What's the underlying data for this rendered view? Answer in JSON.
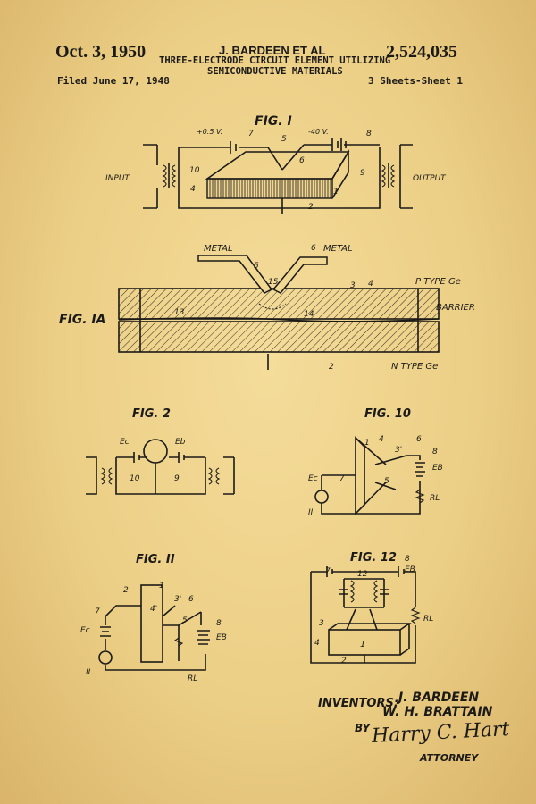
{
  "header": {
    "date": "Oct. 3, 1950",
    "inventor_short": "J. BARDEEN ET AL",
    "title_line1": "THREE-ELECTRODE CIRCUIT ELEMENT UTILIZING",
    "title_line2": "SEMICONDUCTIVE MATERIALS",
    "patent_number": "2,524,035",
    "filed": "Filed June 17, 1948",
    "sheets": "3 Sheets-Sheet 1"
  },
  "figures": {
    "fig1": {
      "title": "FIG. I",
      "label_input": "INPUT",
      "label_output": "OUTPUT",
      "v1": "+0.5 V.",
      "v2": "-40 V.",
      "refs": [
        "7",
        "5",
        "8",
        "6",
        "10",
        "9",
        "4",
        "1",
        "2"
      ]
    },
    "fig1a": {
      "title": "FIG. IA",
      "metal1": "METAL",
      "metal2": "METAL",
      "p_type": "P  TYPE Ge",
      "barrier": "BARRIER",
      "n_type": "N  TYPE Ge",
      "refs": [
        "5",
        "6",
        "15",
        "3",
        "4",
        "14",
        "2",
        "13"
      ]
    },
    "fig2": {
      "title": "FIG. 2",
      "ec": "Ec",
      "eb": "Eb",
      "refs": [
        "10",
        "9"
      ]
    },
    "fig10": {
      "title": "FIG. 10",
      "ec": "Ec",
      "eb": "EB",
      "rl": "RL",
      "refs": [
        "1",
        "4",
        "3'",
        "6",
        "8",
        "7",
        "5",
        "II"
      ]
    },
    "fig11": {
      "title": "FIG. II",
      "ec": "Ec",
      "eb": "EB",
      "rl": "RL",
      "refs": [
        "2",
        "1",
        "3'",
        "4'",
        "6",
        "5",
        "7",
        "8",
        "II"
      ]
    },
    "fig12": {
      "title": "FIG. 12",
      "eb": "EB",
      "rl": "RL",
      "refs": [
        "7",
        "8",
        "12",
        "3",
        "4",
        "1",
        "2"
      ]
    }
  },
  "footer": {
    "inventors_label": "INVENTORS:",
    "inventor1": "J. BARDEEN",
    "inventor2": "W. H. BRATTAIN",
    "by": "BY",
    "signature": "Harry C. Hart",
    "attorney": "ATTORNEY"
  }
}
